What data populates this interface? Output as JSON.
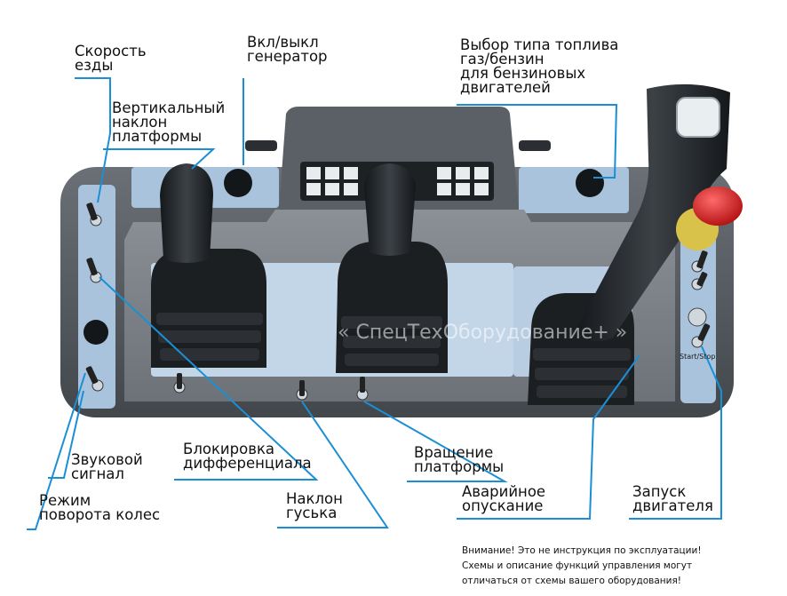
{
  "watermark": "« СпецТехОборудование+ »",
  "labels": {
    "speed": [
      "Скорость",
      "езды"
    ],
    "tilt": [
      "Вертикальный",
      "наклон",
      "платформы"
    ],
    "generator": [
      "Вкл/выкл",
      "генератор"
    ],
    "fuel": [
      "Выбор типа топлива",
      "газ/бензин",
      "для бензиновых",
      "двигателей"
    ],
    "horn": [
      "Звуковой",
      "сигнал"
    ],
    "steer": [
      "Режим",
      "поворота колес"
    ],
    "diff": [
      "Блокировка",
      "дифференциала"
    ],
    "jib": [
      "Наклон",
      "гуська"
    ],
    "rotate": [
      "Вращение",
      "платформы"
    ],
    "emergency": [
      "Аварийное",
      "опускание"
    ],
    "start": [
      "Запуск",
      "двигателя"
    ]
  },
  "panel": {
    "start_stop": "Start/Stop"
  },
  "disclaimer": [
    "Внимание! Это не инструкция по эксплуатации!",
    "Схемы и описание функций управления могут",
    "отличаться от схемы вашего оборудования!"
  ],
  "colors": {
    "leader": "#1b8fd6",
    "panel": "#4a5056",
    "panel_blue": "#a9c3dc",
    "stop_red": "#d21f1f"
  }
}
